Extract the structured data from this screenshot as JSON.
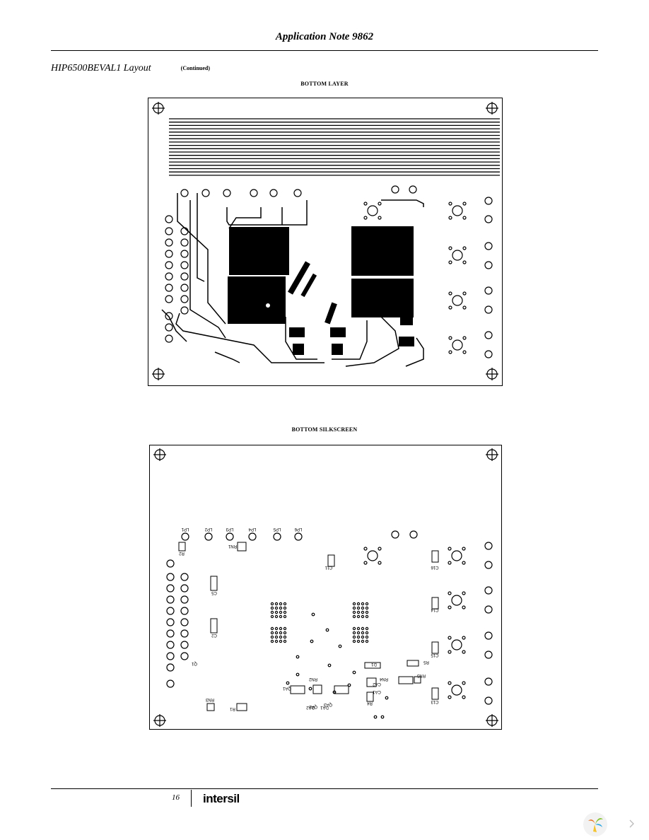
{
  "header": {
    "title": "Application Note 9862"
  },
  "section": {
    "title": "HIP6500BEVAL1 Layout",
    "continued": "(Continued)"
  },
  "figures": [
    {
      "caption": "BOTTOM LAYER"
    },
    {
      "caption": "BOTTOM SILKSCREEN"
    }
  ],
  "silkscreen": {
    "labels": [
      "LP1",
      "LP2",
      "LP3",
      "LP4",
      "LP5",
      "LP6",
      "RN1",
      "R2",
      "C11",
      "C16",
      "C5",
      "C14",
      "C2",
      "C15",
      "Q1",
      "R5",
      "D1",
      "RN4",
      "RN5",
      "RN2",
      "QA1",
      "QA2",
      "QA3",
      "CA1",
      "CA2",
      "R4",
      "RN3",
      "R1",
      "DA1",
      "DA2",
      "C13"
    ]
  },
  "footer": {
    "page": "16",
    "brand": "intersil"
  },
  "viewer": {
    "next_icon": "chevron-right-icon",
    "logo_icon": "viewer-logo-icon"
  }
}
